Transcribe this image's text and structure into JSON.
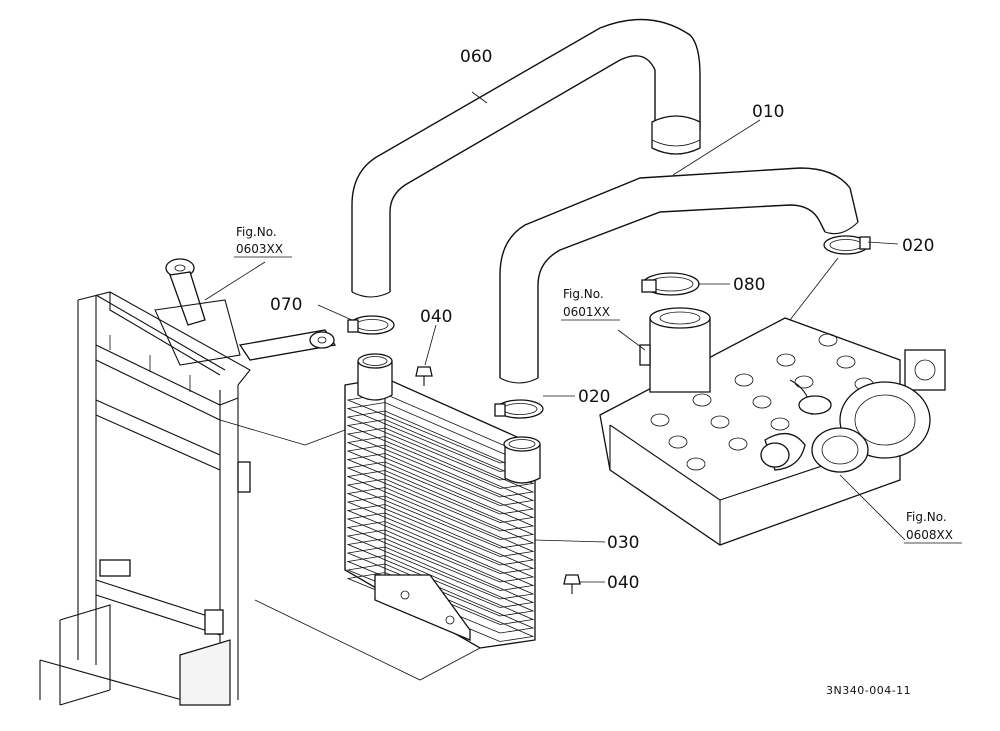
{
  "labels": {
    "p060": "060",
    "p010": "010",
    "p020a": "020",
    "p020b": "020",
    "p080": "080",
    "p070": "070",
    "p040a": "040",
    "p040b": "040",
    "p030": "030"
  },
  "figrefs": {
    "frame": {
      "title": "Fig.No.",
      "code": "0603XX"
    },
    "head": {
      "title": "Fig.No.",
      "code": "0601XX"
    },
    "turbo": {
      "title": "Fig.No.",
      "code": "0608XX"
    }
  },
  "drawing_code": "3N340-004-11"
}
